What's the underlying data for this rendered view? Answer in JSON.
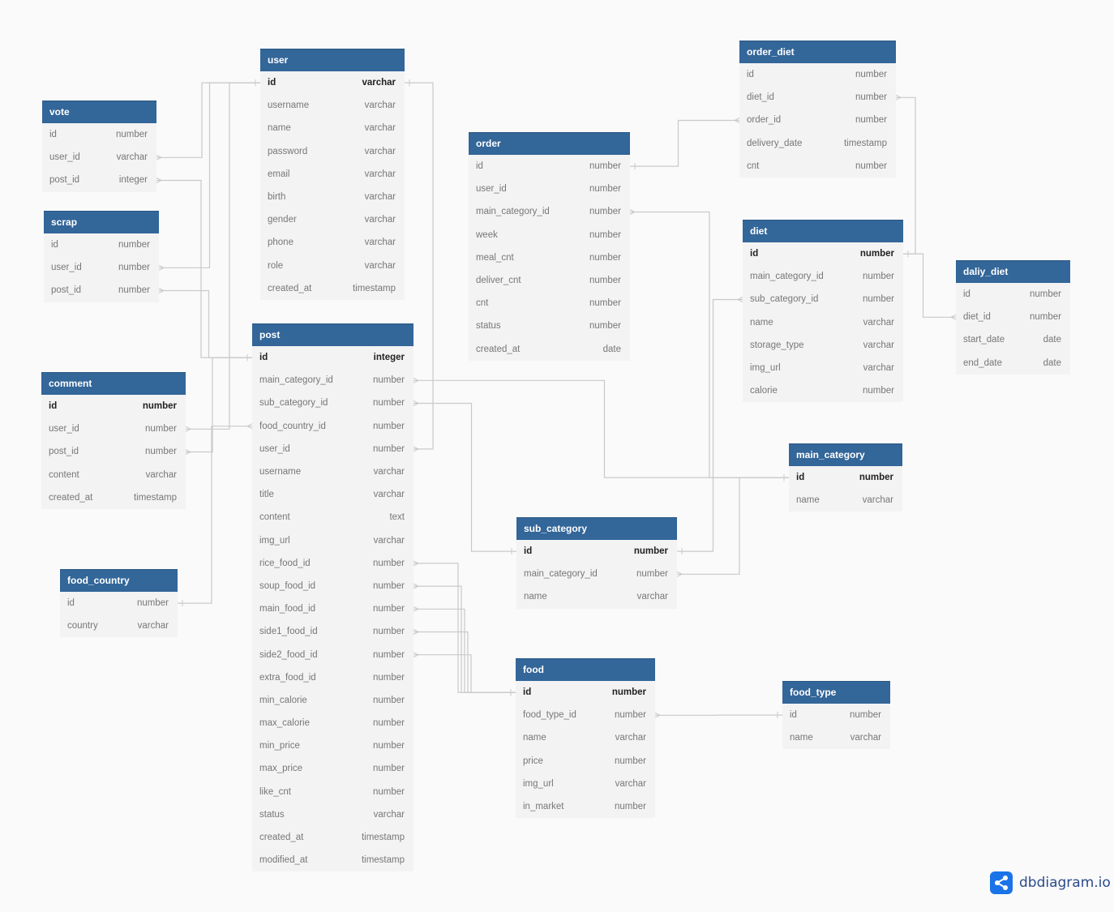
{
  "tables": [
    {
      "name": "user",
      "fields": [
        [
          "id",
          "varchar",
          true
        ],
        [
          "username",
          "varchar"
        ],
        [
          "name",
          "varchar"
        ],
        [
          "password",
          "varchar"
        ],
        [
          "email",
          "varchar"
        ],
        [
          "birth",
          "varchar"
        ],
        [
          "gender",
          "varchar"
        ],
        [
          "phone",
          "varchar"
        ],
        [
          "role",
          "varchar"
        ],
        [
          "created_at",
          "timestamp"
        ]
      ]
    },
    {
      "name": "vote",
      "fields": [
        [
          "id",
          "number"
        ],
        [
          "user_id",
          "varchar"
        ],
        [
          "post_id",
          "integer"
        ]
      ]
    },
    {
      "name": "scrap",
      "fields": [
        [
          "id",
          "number"
        ],
        [
          "user_id",
          "number"
        ],
        [
          "post_id",
          "number"
        ]
      ]
    },
    {
      "name": "comment",
      "fields": [
        [
          "id",
          "number",
          true
        ],
        [
          "user_id",
          "number"
        ],
        [
          "post_id",
          "number"
        ],
        [
          "content",
          "varchar"
        ],
        [
          "created_at",
          "timestamp"
        ]
      ]
    },
    {
      "name": "food_country",
      "fields": [
        [
          "id",
          "number"
        ],
        [
          "country",
          "varchar"
        ]
      ]
    },
    {
      "name": "post",
      "fields": [
        [
          "id",
          "integer",
          true
        ],
        [
          "main_category_id",
          "number"
        ],
        [
          "sub_category_id",
          "number"
        ],
        [
          "food_country_id",
          "number"
        ],
        [
          "user_id",
          "number"
        ],
        [
          "username",
          "varchar"
        ],
        [
          "title",
          "varchar"
        ],
        [
          "content",
          "text"
        ],
        [
          "img_url",
          "varchar"
        ],
        [
          "rice_food_id",
          "number"
        ],
        [
          "soup_food_id",
          "number"
        ],
        [
          "main_food_id",
          "number"
        ],
        [
          "side1_food_id",
          "number"
        ],
        [
          "side2_food_id",
          "number"
        ],
        [
          "extra_food_id",
          "number"
        ],
        [
          "min_calorie",
          "number"
        ],
        [
          "max_calorie",
          "number"
        ],
        [
          "min_price",
          "number"
        ],
        [
          "max_price",
          "number"
        ],
        [
          "like_cnt",
          "number"
        ],
        [
          "status",
          "varchar"
        ],
        [
          "created_at",
          "timestamp"
        ],
        [
          "modified_at",
          "timestamp"
        ]
      ]
    },
    {
      "name": "order",
      "fields": [
        [
          "id",
          "number"
        ],
        [
          "user_id",
          "number"
        ],
        [
          "main_category_id",
          "number"
        ],
        [
          "week",
          "number"
        ],
        [
          "meal_cnt",
          "number"
        ],
        [
          "deliver_cnt",
          "number"
        ],
        [
          "cnt",
          "number"
        ],
        [
          "status",
          "number"
        ],
        [
          "created_at",
          "date"
        ]
      ]
    },
    {
      "name": "order_diet",
      "fields": [
        [
          "id",
          "number"
        ],
        [
          "diet_id",
          "number"
        ],
        [
          "order_id",
          "number"
        ],
        [
          "delivery_date",
          "timestamp"
        ],
        [
          "cnt",
          "number"
        ]
      ]
    },
    {
      "name": "diet",
      "fields": [
        [
          "id",
          "number",
          true
        ],
        [
          "main_category_id",
          "number"
        ],
        [
          "sub_category_id",
          "number"
        ],
        [
          "name",
          "varchar"
        ],
        [
          "storage_type",
          "varchar"
        ],
        [
          "img_url",
          "varchar"
        ],
        [
          "calorie",
          "number"
        ]
      ]
    },
    {
      "name": "daliy_diet",
      "fields": [
        [
          "id",
          "number"
        ],
        [
          "diet_id",
          "number"
        ],
        [
          "start_date",
          "date"
        ],
        [
          "end_date",
          "date"
        ]
      ]
    },
    {
      "name": "main_category",
      "fields": [
        [
          "id",
          "number",
          true
        ],
        [
          "name",
          "varchar"
        ]
      ]
    },
    {
      "name": "sub_category",
      "fields": [
        [
          "id",
          "number",
          true
        ],
        [
          "main_category_id",
          "number"
        ],
        [
          "name",
          "varchar"
        ]
      ]
    },
    {
      "name": "food",
      "fields": [
        [
          "id",
          "number",
          true
        ],
        [
          "food_type_id",
          "number"
        ],
        [
          "name",
          "varchar"
        ],
        [
          "price",
          "number"
        ],
        [
          "img_url",
          "varchar"
        ],
        [
          "in_market",
          "number"
        ]
      ]
    },
    {
      "name": "food_type",
      "fields": [
        [
          "id",
          "number"
        ],
        [
          "name",
          "varchar"
        ]
      ]
    }
  ],
  "relations": [
    [
      "vote",
      "user_id",
      "user",
      "id"
    ],
    [
      "vote",
      "post_id",
      "post",
      "id"
    ],
    [
      "scrap",
      "user_id",
      "user",
      "id"
    ],
    [
      "scrap",
      "post_id",
      "post",
      "id"
    ],
    [
      "comment",
      "user_id",
      "user",
      "id"
    ],
    [
      "comment",
      "post_id",
      "post",
      "id"
    ],
    [
      "post",
      "food_country_id",
      "food_country",
      "id"
    ],
    [
      "post",
      "user_id",
      "user",
      "id"
    ],
    [
      "post",
      "main_category_id",
      "main_category",
      "id"
    ],
    [
      "post",
      "sub_category_id",
      "sub_category",
      "id"
    ],
    [
      "post",
      "rice_food_id",
      "food",
      "id"
    ],
    [
      "post",
      "soup_food_id",
      "food",
      "id"
    ],
    [
      "post",
      "main_food_id",
      "food",
      "id"
    ],
    [
      "post",
      "side1_food_id",
      "food",
      "id"
    ],
    [
      "post",
      "side2_food_id",
      "food",
      "id"
    ],
    [
      "order_diet",
      "order_id",
      "order",
      "id"
    ],
    [
      "order_diet",
      "diet_id",
      "diet",
      "id"
    ],
    [
      "order",
      "main_category_id",
      "main_category",
      "id"
    ],
    [
      "diet",
      "sub_category_id",
      "sub_category",
      "id"
    ],
    [
      "sub_category",
      "main_category_id",
      "main_category",
      "id"
    ],
    [
      "daliy_diet",
      "diet_id",
      "diet",
      "id"
    ],
    [
      "food",
      "food_type_id",
      "food_type",
      "id"
    ]
  ],
  "brand": "dbdiagram.io",
  "colors": {
    "header": "#336699",
    "body": "#f3f3f3",
    "line": "#c9c9c9",
    "brand": "#1a73e8"
  }
}
